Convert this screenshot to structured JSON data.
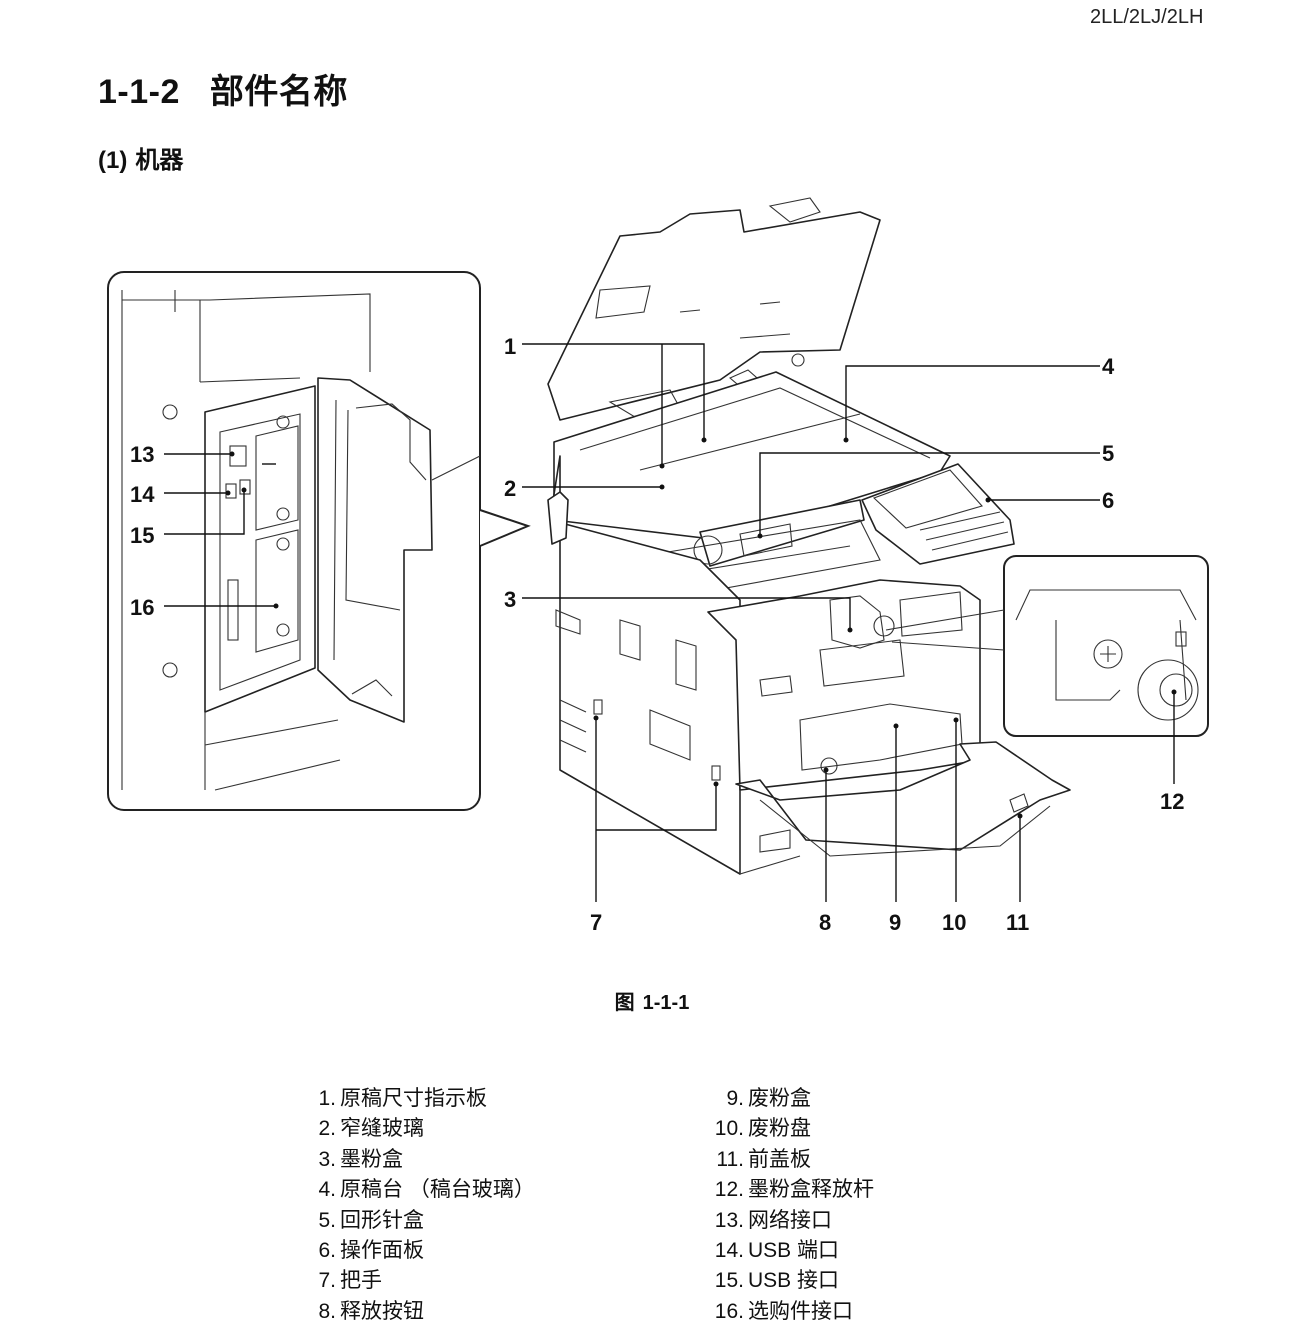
{
  "header": {
    "model_code": "2LL/2LJ/2LH"
  },
  "section": {
    "number": "1-1-2",
    "title": "部件名称"
  },
  "subsection": {
    "number": "(1)",
    "title": "机器"
  },
  "figure": {
    "caption_label": "图",
    "caption_number": "1-1-1",
    "callouts": [
      "1",
      "2",
      "3",
      "4",
      "5",
      "6",
      "7",
      "8",
      "9",
      "10",
      "11",
      "12",
      "13",
      "14",
      "15",
      "16"
    ]
  },
  "parts": {
    "left": [
      {
        "num": "1.",
        "name": "原稿尺寸指示板"
      },
      {
        "num": "2.",
        "name": "窄缝玻璃"
      },
      {
        "num": "3.",
        "name": "墨粉盒"
      },
      {
        "num": "4.",
        "name": "原稿台 （稿台玻璃）"
      },
      {
        "num": "5.",
        "name": "回形针盒"
      },
      {
        "num": "6.",
        "name": "操作面板"
      },
      {
        "num": "7.",
        "name": "把手"
      },
      {
        "num": "8.",
        "name": "释放按钮"
      }
    ],
    "right": [
      {
        "num": "9.",
        "name": "废粉盒"
      },
      {
        "num": "10.",
        "name": "废粉盘"
      },
      {
        "num": "11.",
        "name": "前盖板"
      },
      {
        "num": "12.",
        "name": "墨粉盒释放杆"
      },
      {
        "num": "13.",
        "name": "网络接口"
      },
      {
        "num": "14.",
        "name": "USB 端口"
      },
      {
        "num": "15.",
        "name": "USB 接口"
      },
      {
        "num": "16.",
        "name": "选购件接口"
      }
    ]
  }
}
